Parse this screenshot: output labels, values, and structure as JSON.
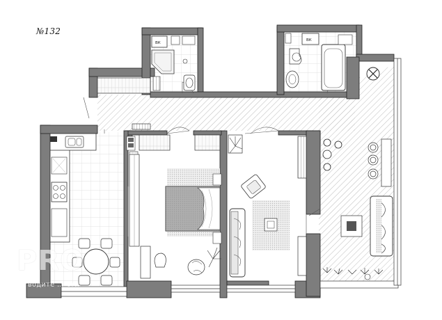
{
  "plan": {
    "number": "№132"
  },
  "labels": {
    "laundry": "ВК",
    "bathroom": "ВК"
  },
  "watermark": {
    "logo": "PRO",
    "tagline": "водите … сти"
  },
  "colors": {
    "wall": "#7d7d7d",
    "wall_outline": "#222222",
    "floor_hatch": "#b7b7b7",
    "tile": "#dcdcdc",
    "carpet": "#8a8a8a",
    "plant": "#3a3a3a"
  }
}
